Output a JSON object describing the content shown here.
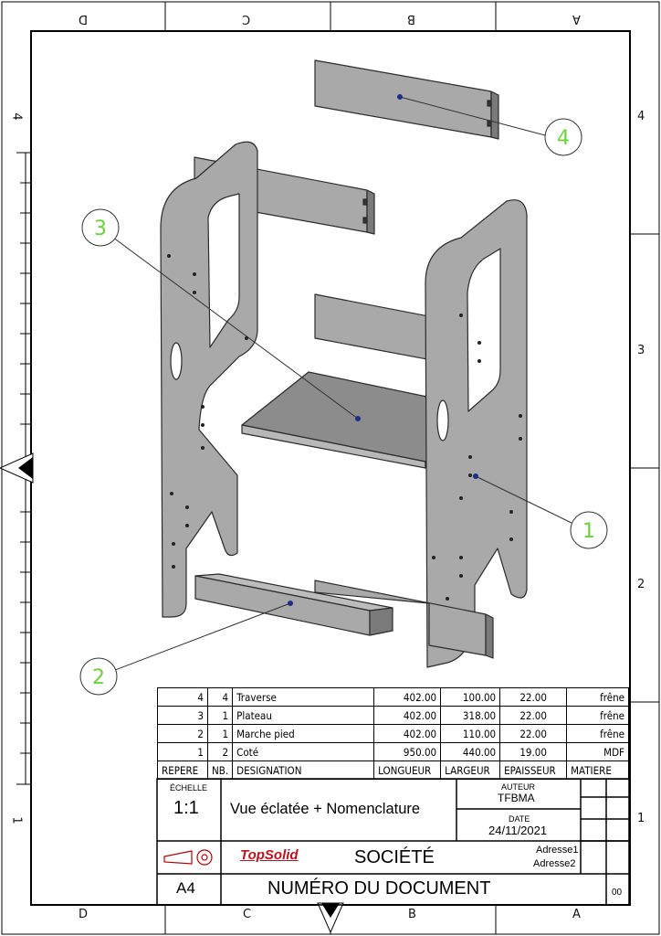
{
  "border": {
    "top_letters": [
      "D",
      "C",
      "B",
      "A"
    ],
    "bottom_letters": [
      "D",
      "C",
      "B",
      "A"
    ],
    "left_numbers": [
      "4",
      "1"
    ],
    "right_numbers": [
      "4",
      "3",
      "2",
      "1"
    ]
  },
  "drawing": {
    "balloons": [
      "1",
      "2",
      "3",
      "4"
    ]
  },
  "bom": {
    "headers": [
      "REPERE",
      "NB.",
      "DESIGNATION",
      "LONGUEUR",
      "LARGEUR",
      "EPAISSEUR",
      "MATIERE"
    ],
    "rows": [
      {
        "repere": "4",
        "nb": "4",
        "designation": "Traverse",
        "longueur": "402.00",
        "largeur": "100.00",
        "epaisseur": "22.00",
        "matiere": "frêne"
      },
      {
        "repere": "3",
        "nb": "1",
        "designation": "Plateau",
        "longueur": "402.00",
        "largeur": "318.00",
        "epaisseur": "22.00",
        "matiere": "frêne"
      },
      {
        "repere": "2",
        "nb": "1",
        "designation": "Marche pied",
        "longueur": "402.00",
        "largeur": "110.00",
        "epaisseur": "22.00",
        "matiere": "frêne"
      },
      {
        "repere": "1",
        "nb": "2",
        "designation": "Coté",
        "longueur": "950.00",
        "largeur": "440.00",
        "epaisseur": "19.00",
        "matiere": "MDF"
      }
    ]
  },
  "title_block": {
    "scale_label": "ÉCHELLE",
    "scale": "1:1",
    "title": "Vue éclatée + Nomenclature",
    "author_label": "AUTEUR",
    "author": "TFBMA",
    "date_label": "DATE",
    "date": "24/11/2021",
    "logo": "TopSolid",
    "company": "SOCIÉTÉ",
    "address1": "Adresse1",
    "address2": "Adresse2",
    "format": "A4",
    "document_number": "NUMÉRO DU DOCUMENT",
    "revision": "00"
  }
}
